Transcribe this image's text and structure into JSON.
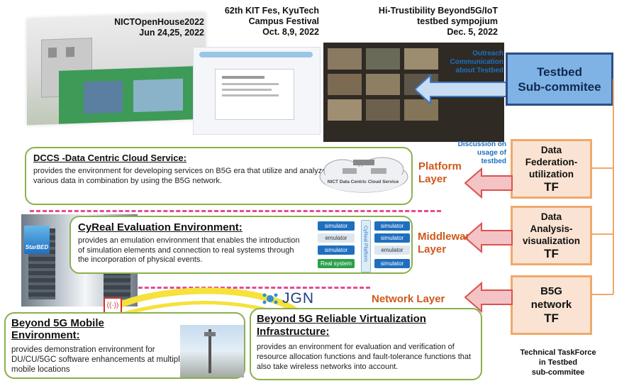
{
  "events": {
    "nict": "NICTOpenHouse2022\nJun 24,25, 2022",
    "kit": "62th KIT Fes, KyuTech\nCampus Festival\nOct. 8,9, 2022",
    "sympo": "Hi-Trustibility Beyond5G/IoT\ntestbed sympojium\nDec. 5, 2022"
  },
  "outreach": "Outreach\nCommunication\nabout Testbed",
  "discussion": "Discussion on\nusage of\ntestbed",
  "testbed_box": "Testbed\nSub-commitee",
  "layers": {
    "platform": "Platform\nLayer",
    "middleware": "Middleware\nLayer",
    "network": "Network Layer"
  },
  "tf": [
    {
      "line1": "Data\nFederation-\nutilization",
      "line2": "TF"
    },
    {
      "line1": "Data\nAnalysis-\nvisualization",
      "line2": "TF"
    },
    {
      "line1": "B5G\nnetwork",
      "line2": "TF"
    }
  ],
  "tf_caption": "Technical TaskForce\nin Testbed\nsub-commitee",
  "dccs": {
    "title": "DCCS -Data Centric Cloud Service:",
    "desc": "provides the environment for developing services on B5G era that utilize and analyze various data in combination by using the B5G network.",
    "cloud_label": "NICT Data Centric Cloud Service"
  },
  "cyreal": {
    "title": "CyReal Evaluation Environment:",
    "desc": "provides an emulation environment that enables the introduction of simulation elements and connection to real systems through the incorporation of physical events.",
    "platform_label": "CyReal Platform",
    "left_blocks": [
      "simulator",
      "emulator",
      "simulator",
      "Real system"
    ],
    "right_blocks": [
      "simulator",
      "simulator",
      "emulator",
      "simulator"
    ]
  },
  "starbed_logo": "StarBED",
  "jgn_logo": "JGN",
  "mobile": {
    "title": "Beyond 5G Mobile Environment:",
    "desc": "provides demonstration environment for DU/CU/5GC software enhancements at multiple mobile locations"
  },
  "virt": {
    "title": "Beyond 5G Reliable Virtualization Infrastructure:",
    "desc": "provides an environment for evaluation and verification of resource allocation functions and fault-tolerance functions that also take wireless networks into account."
  },
  "colors": {
    "accent_orange": "#f0a96b",
    "testbed_blue": "#7fb2e5",
    "layer_text": "#d0581a",
    "dash_pink": "#e84a8f",
    "box_green": "#8ab04e"
  }
}
